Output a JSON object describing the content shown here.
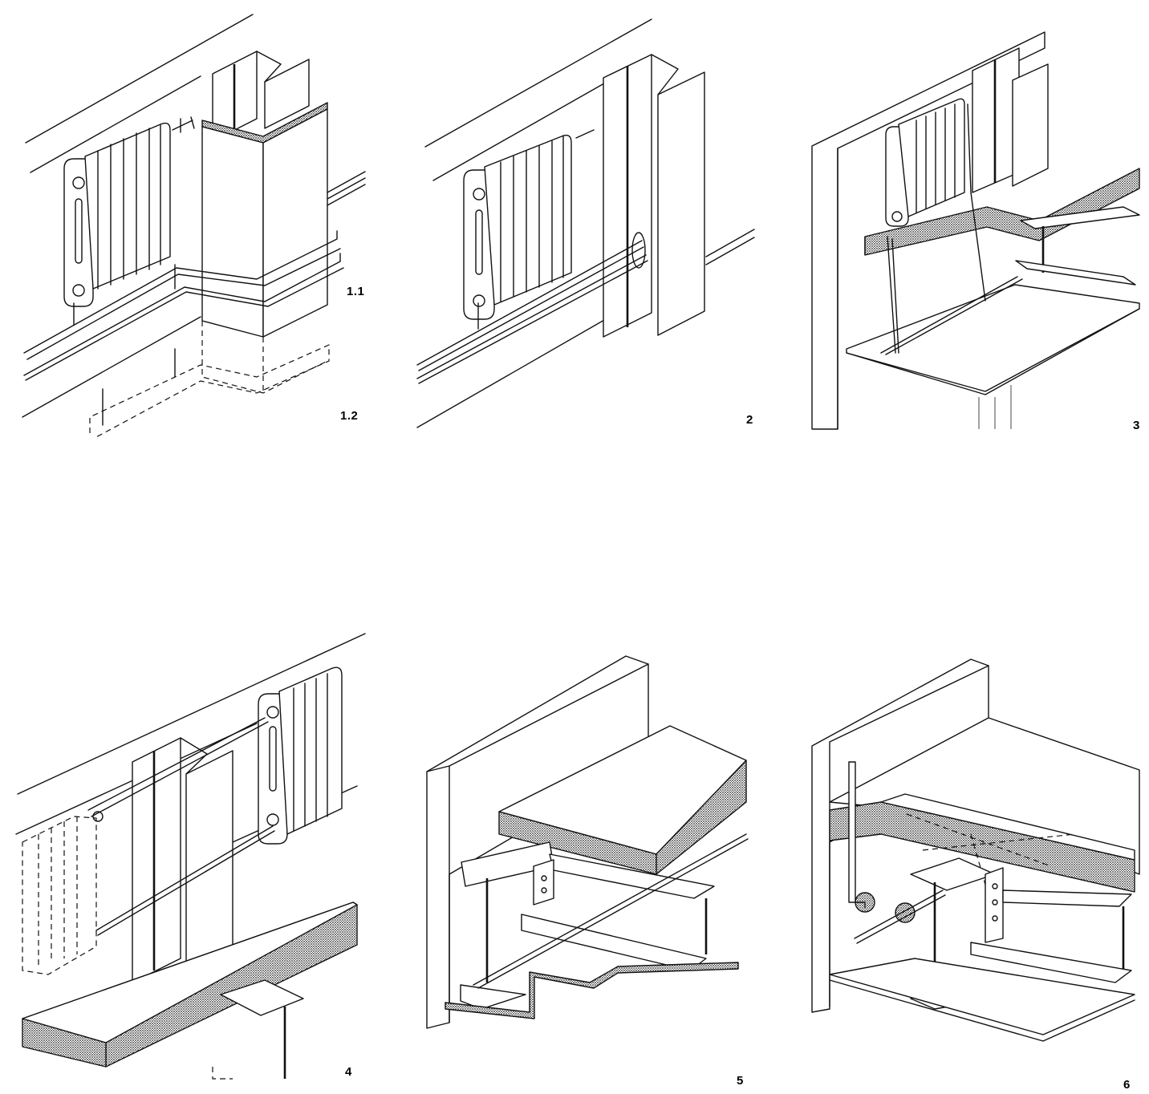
{
  "figure": {
    "labels": {
      "d1_1": "1.1",
      "d1_2": "1.2",
      "d2": "2",
      "d3": "3",
      "d4": "4",
      "d5": "5",
      "d6": "6"
    }
  }
}
